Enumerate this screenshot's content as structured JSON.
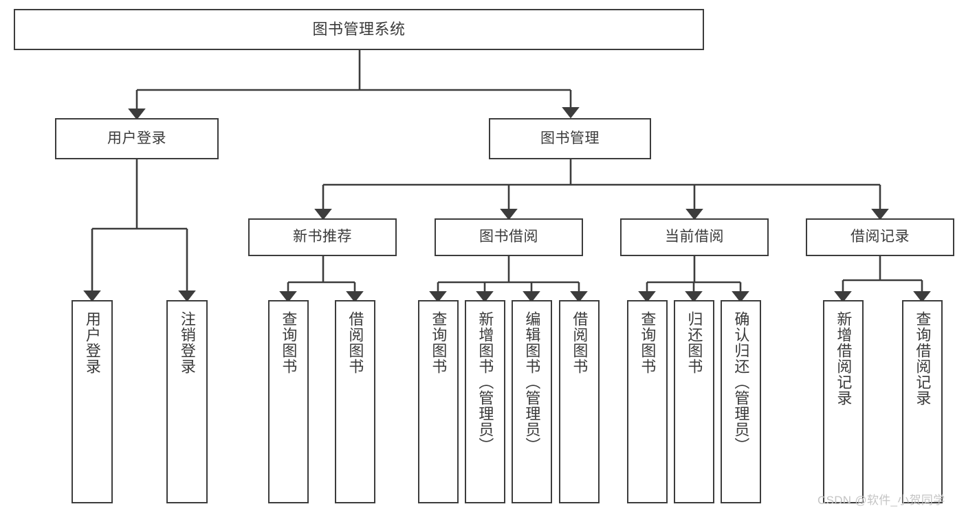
{
  "diagram": {
    "title": "图书管理系统",
    "type": "tree",
    "colors": {
      "background": "#ffffff",
      "box_border": "#3c3c3c",
      "box_fill": "#ffffff",
      "text": "#3a3a3a",
      "edge": "#3c3c3c",
      "watermark": "#c4c4c4"
    },
    "nodes": {
      "root": {
        "label": "图书管理系统"
      },
      "tier1": [
        {
          "label": "用户登录"
        },
        {
          "label": "图书管理"
        }
      ],
      "tier2": [
        {
          "label": "新书推荐"
        },
        {
          "label": "图书借阅"
        },
        {
          "label": "当前借阅"
        },
        {
          "label": "借阅记录"
        }
      ],
      "leaves_user_login": [
        {
          "label": "用户登录"
        },
        {
          "label": "注销登录"
        }
      ],
      "leaves_new_book": [
        {
          "label": "查询图书"
        },
        {
          "label": "借阅图书"
        }
      ],
      "leaves_borrow": [
        {
          "label": "查询图书"
        },
        {
          "label": "新增图书（管理员）"
        },
        {
          "label": "编辑图书（管理员）"
        },
        {
          "label": "借阅图书"
        }
      ],
      "leaves_current": [
        {
          "label": "查询图书"
        },
        {
          "label": "归还图书"
        },
        {
          "label": "确认归还（管理员）"
        }
      ],
      "leaves_records": [
        {
          "label": "新增借阅记录"
        },
        {
          "label": "查询借阅记录"
        }
      ]
    },
    "watermark": "CSDN @软件_小贺同学"
  }
}
